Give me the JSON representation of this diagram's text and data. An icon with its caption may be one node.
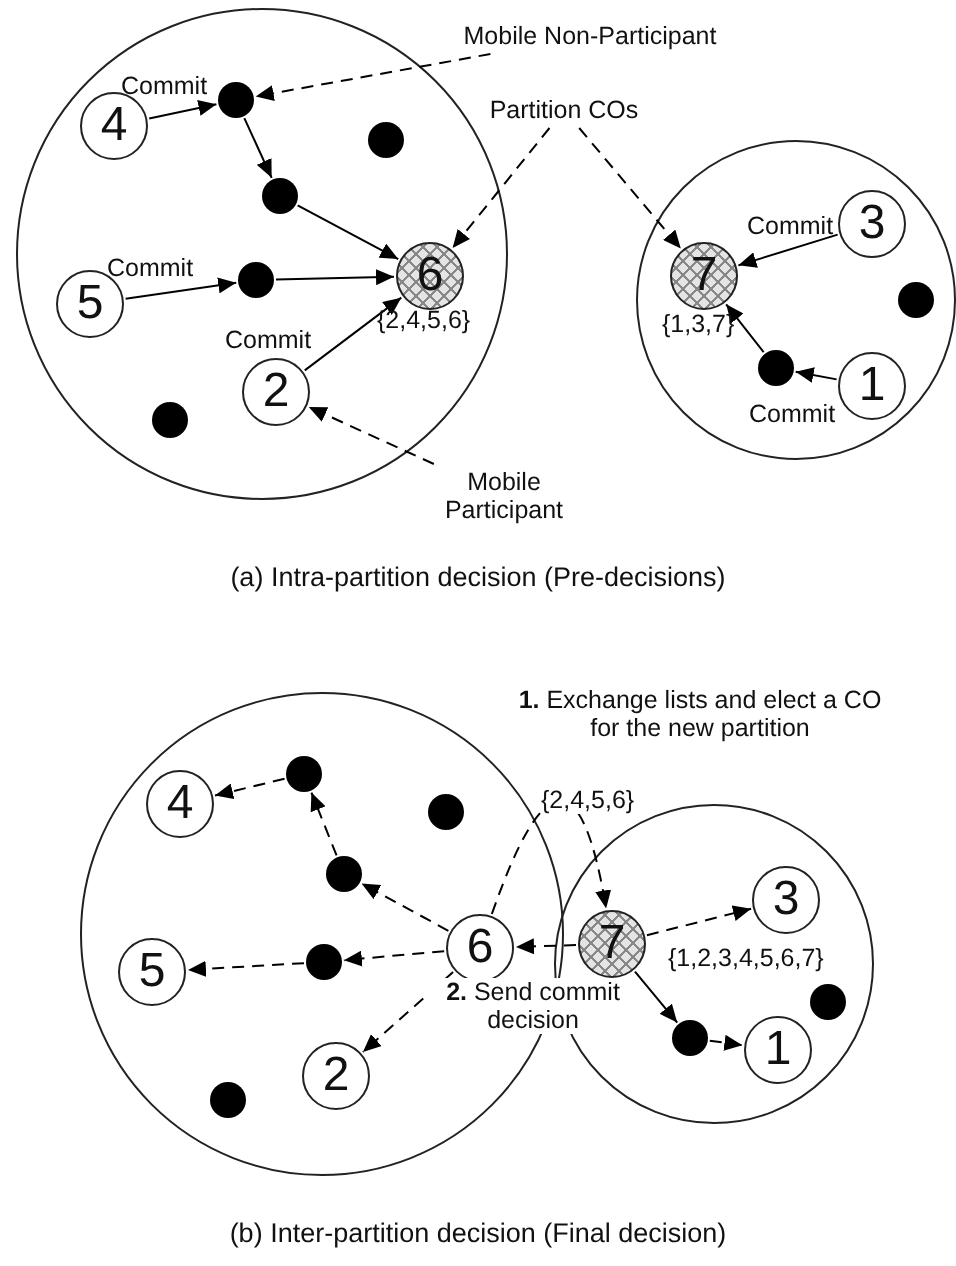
{
  "diagram": {
    "nodes": [
      {
        "text": [],
        "shape": "circle"
      },
      {
        "text": [
          "Mobile Non-Participant"
        ]
      },
      {
        "text": [
          "4"
        ],
        "in": 0
      },
      {
        "text": [],
        "shape": "circle",
        "in": 0
      },
      {
        "text": [
          "Partition COs"
        ]
      },
      {
        "text": [],
        "shape": "circle",
        "in": 0
      },
      {
        "text": [],
        "shape": "circle",
        "in": 0
      },
      {
        "text": [],
        "shape": "circle"
      },
      {
        "text": [
          "7"
        ],
        "in": 7,
        "beside": [
          "{1,3,7}"
        ]
      },
      {
        "text": [
          "3"
        ],
        "in": 7
      },
      {
        "text": [
          "6"
        ],
        "in": 0,
        "beside": [
          "{2,4,5,6}"
        ]
      },
      {
        "text": [
          "5"
        ],
        "in": 0
      },
      {
        "text": [],
        "shape": "circle",
        "in": 0
      },
      {
        "text": [],
        "shape": "circle",
        "in": 7
      },
      {
        "text": [],
        "shape": "circle",
        "in": 7
      },
      {
        "text": [
          "1"
        ],
        "in": 7
      },
      {
        "text": [
          "2"
        ],
        "in": 0
      },
      {
        "text": [],
        "shape": "circle",
        "in": 0
      },
      {
        "text": [
          "Mobile Participant"
        ]
      },
      {
        "text": [],
        "shape": "circle"
      },
      {
        "text": [],
        "shape": "circle"
      },
      {
        "text": [],
        "shape": "circle",
        "in": 19
      },
      {
        "text": [
          "4"
        ],
        "in": 19
      },
      {
        "text": [],
        "shape": "circle",
        "in": 19
      },
      {
        "text": [],
        "shape": "circle",
        "in": 19
      },
      {
        "text": [
          "3"
        ],
        "in": 20
      },
      {
        "text": [
          "6"
        ],
        "in": 19
      },
      {
        "text": [
          "7"
        ],
        "in": 20,
        "beside": [
          "{1,2,3,4,5,6,7}"
        ]
      },
      {
        "text": [
          "5"
        ],
        "in": 19
      },
      {
        "text": [],
        "shape": "circle",
        "in": 19
      },
      {
        "text": [],
        "shape": "circle",
        "in": 20
      },
      {
        "text": [],
        "shape": "circle",
        "in": 20
      },
      {
        "text": [
          "1"
        ],
        "in": 20
      },
      {
        "text": [
          "2"
        ],
        "in": 19
      },
      {
        "text": [],
        "shape": "circle",
        "in": 19
      }
    ],
    "edges": [
      {
        "from": 2,
        "to": 3,
        "arrow": "to",
        "label": "Commit"
      },
      {
        "from": 3,
        "to": 6,
        "arrow": "to"
      },
      {
        "from": 6,
        "to": 10,
        "arrow": "to"
      },
      {
        "from": 11,
        "to": 12,
        "arrow": "to",
        "label": "Commit"
      },
      {
        "from": 12,
        "to": 10,
        "arrow": "to"
      },
      {
        "from": 16,
        "to": 10,
        "arrow": "to",
        "label": "Commit"
      },
      {
        "from": 9,
        "to": 8,
        "arrow": "to",
        "label": "Commit"
      },
      {
        "from": 15,
        "to": 14,
        "arrow": "to",
        "label": "Commit"
      },
      {
        "from": 14,
        "to": 8,
        "arrow": "to"
      },
      {
        "from": 1,
        "to": 3,
        "arrow": "to",
        "style": "dashed"
      },
      {
        "from": 4,
        "to": 10,
        "arrow": "to",
        "style": "dashed"
      },
      {
        "from": 4,
        "to": 8,
        "arrow": "to",
        "style": "dashed"
      },
      {
        "from": 18,
        "to": 16,
        "arrow": "to",
        "style": "dashed"
      },
      {
        "from": 26,
        "to": 27,
        "arrow": "to",
        "style": "dashed",
        "label": "{2,4,5,6}"
      },
      {
        "from": 27,
        "to": 26,
        "arrow": "to",
        "style": "dashed"
      },
      {
        "from": 27,
        "to": 25,
        "arrow": "to",
        "style": "dashed"
      },
      {
        "from": 27,
        "to": 31,
        "arrow": "to"
      },
      {
        "from": 31,
        "to": 32,
        "arrow": "to",
        "style": "dashed"
      },
      {
        "from": 26,
        "to": 24,
        "arrow": "to",
        "style": "dashed"
      },
      {
        "from": 24,
        "to": 21,
        "arrow": "to",
        "style": "dashed"
      },
      {
        "from": 21,
        "to": 22,
        "arrow": "to",
        "style": "dashed"
      },
      {
        "from": 26,
        "to": 29,
        "arrow": "to",
        "style": "dashed"
      },
      {
        "from": 29,
        "to": 28,
        "arrow": "to",
        "style": "dashed"
      },
      {
        "from": 26,
        "to": 33,
        "arrow": "to",
        "style": "dashed"
      }
    ],
    "labels": [
      "(a) Intra-partition decision (Pre-decisions)",
      "**1.** Exchange lists and elect a CO for the new partition",
      "**2.** Send commit decision",
      "(b) Inter-partition decision (Final decision)"
    ]
  }
}
